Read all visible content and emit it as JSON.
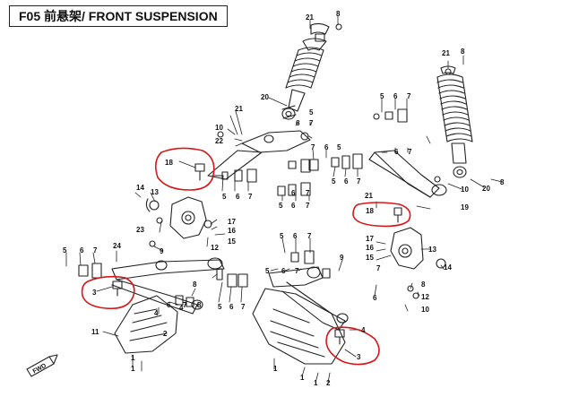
{
  "title": "F05 前悬架/ FRONT SUSPENSION",
  "highlight_color": "#d81818",
  "direction_badge": "FWD",
  "callouts": [
    {
      "id": "c1",
      "text": "21"
    },
    {
      "id": "c2",
      "text": "8"
    },
    {
      "id": "c3",
      "text": "20"
    },
    {
      "id": "c4",
      "text": "21"
    },
    {
      "id": "c5",
      "text": "22"
    },
    {
      "id": "c6",
      "text": "10"
    },
    {
      "id": "c7",
      "text": "7"
    },
    {
      "id": "c8",
      "text": "6"
    },
    {
      "id": "c9",
      "text": "5"
    },
    {
      "id": "c10",
      "text": "18"
    },
    {
      "id": "c11",
      "text": "14"
    },
    {
      "id": "c12",
      "text": "13"
    },
    {
      "id": "c13",
      "text": "5"
    },
    {
      "id": "c14",
      "text": "6"
    },
    {
      "id": "c15",
      "text": "7"
    },
    {
      "id": "c16",
      "text": "6"
    },
    {
      "id": "c17",
      "text": "7"
    },
    {
      "id": "c18",
      "text": "5"
    },
    {
      "id": "c19",
      "text": "6"
    },
    {
      "id": "c20",
      "text": "7"
    },
    {
      "id": "c21",
      "text": "17"
    },
    {
      "id": "c22",
      "text": "16"
    },
    {
      "id": "c23",
      "text": "15"
    },
    {
      "id": "c24",
      "text": "23"
    },
    {
      "id": "c25",
      "text": "9"
    },
    {
      "id": "c26",
      "text": "12"
    },
    {
      "id": "c27",
      "text": "5"
    },
    {
      "id": "c28",
      "text": "6"
    },
    {
      "id": "c29",
      "text": "7"
    },
    {
      "id": "c30",
      "text": "24"
    },
    {
      "id": "c31",
      "text": "3"
    },
    {
      "id": "c32",
      "text": "8"
    },
    {
      "id": "c33",
      "text": "4"
    },
    {
      "id": "c34",
      "text": "11"
    },
    {
      "id": "c35",
      "text": "4"
    },
    {
      "id": "c36",
      "text": "2"
    },
    {
      "id": "c37",
      "text": "1"
    },
    {
      "id": "c38",
      "text": "1"
    },
    {
      "id": "c39",
      "text": "5"
    },
    {
      "id": "c40",
      "text": "6"
    },
    {
      "id": "c41",
      "text": "7"
    },
    {
      "id": "c42",
      "text": "6"
    },
    {
      "id": "c43",
      "text": "7"
    },
    {
      "id": "c44",
      "text": "8"
    },
    {
      "id": "c45",
      "text": "5"
    },
    {
      "id": "c46",
      "text": "6"
    },
    {
      "id": "c47",
      "text": "7"
    },
    {
      "id": "c48",
      "text": "5"
    },
    {
      "id": "c49",
      "text": "6"
    },
    {
      "id": "c50",
      "text": "7"
    },
    {
      "id": "c51",
      "text": "9"
    },
    {
      "id": "c52",
      "text": "1"
    },
    {
      "id": "c53",
      "text": "1"
    },
    {
      "id": "c54",
      "text": "1"
    },
    {
      "id": "c55",
      "text": "2"
    },
    {
      "id": "c56",
      "text": "4"
    },
    {
      "id": "c57",
      "text": "3"
    },
    {
      "id": "c58",
      "text": "5"
    },
    {
      "id": "c59",
      "text": "6"
    },
    {
      "id": "c60",
      "text": "7"
    },
    {
      "id": "c61",
      "text": "7"
    },
    {
      "id": "c62",
      "text": "6"
    },
    {
      "id": "c63",
      "text": "5"
    },
    {
      "id": "c64",
      "text": "7"
    },
    {
      "id": "c65",
      "text": "6"
    },
    {
      "id": "c66",
      "text": "7"
    },
    {
      "id": "c67",
      "text": "6"
    },
    {
      "id": "c68",
      "text": "5"
    },
    {
      "id": "c69",
      "text": "21"
    },
    {
      "id": "c70",
      "text": "8"
    },
    {
      "id": "c71",
      "text": "10"
    },
    {
      "id": "c72",
      "text": "20"
    },
    {
      "id": "c73",
      "text": "8"
    },
    {
      "id": "c74",
      "text": "19"
    },
    {
      "id": "c75",
      "text": "21"
    },
    {
      "id": "c76",
      "text": "18"
    },
    {
      "id": "c77",
      "text": "17"
    },
    {
      "id": "c78",
      "text": "16"
    },
    {
      "id": "c79",
      "text": "15"
    },
    {
      "id": "c80",
      "text": "13"
    },
    {
      "id": "c81",
      "text": "14"
    },
    {
      "id": "c82",
      "text": "8"
    },
    {
      "id": "c83",
      "text": "12"
    },
    {
      "id": "c84",
      "text": "10"
    },
    {
      "id": "c85",
      "text": "6"
    },
    {
      "id": "c86",
      "text": "7"
    }
  ]
}
